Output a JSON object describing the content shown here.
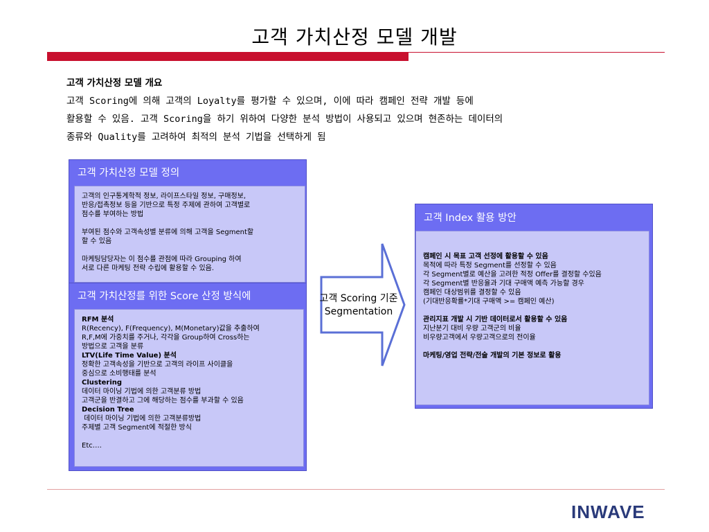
{
  "title": "고객 가치산정 모델 개발",
  "overview": {
    "heading": "고객 가치산정 모델 개요",
    "lines": [
      "고객 Scoring에 의해 고객의 Loyalty를 평가할 수 있으며, 이에 따라 캠페인 전략 개발 등에",
      "활용할 수 있음. 고객 Scoring을 하기 위하여 다양한 분석 방법이 사용되고 있으며 현존하는 데이터의",
      "종류와 Quality를 고려하여 최적의 분석 기법을 선택하게 됨"
    ]
  },
  "definition": {
    "title": "고객 가치산정 모델 정의",
    "p1": [
      "고객의 인구통계학적 정보, 라이프스타일 정보, 구매정보,",
      "반응/접촉정보 등을 기반으로 특정 주제에 관하여 고객별로",
      "점수를 부여하는 방법"
    ],
    "p2": [
      "부여된 점수와 고객속성별 분류에 의해 고객을 Segment할",
      "할 수 있음"
    ],
    "p3": [
      "마케팅담당자는 이 점수를 관점에 따라 Grouping 하여",
      "서로 다른 마케팅 전략 수립에 활용할 수 있음."
    ]
  },
  "score_methods": {
    "title": "고객 가치산정를 위한 Score 산정 방식에",
    "rfm_head": "RFM 분석",
    "rfm": [
      "R(Recency), F(Frequency), M(Monetary)값을 추출하여",
      "R,F,M에 가중치를 주거나, 각각을 Group하여 Cross하는",
      "방법으로 고객을 분류"
    ],
    "ltv_head": "LTV(Life Time Value) 분석",
    "ltv": [
      "정확한 고객속성을 기반으로 고객의 라이프 사이클을",
      "중심으로 소비행태를 분석"
    ],
    "clustering_head": "Clustering",
    "clustering": [
      "데이터 마이닝 기법에 의한 고객분류 방법",
      "고객군을 반결하고 그에 해당하는 점수를 부과할 수 있음"
    ],
    "tree_head": "Decision Tree",
    "tree": [
      " 데이터 마이닝 기법에 의한 고객분류방법",
      "주제별 고객 Segment에 적절한 방식"
    ],
    "etc": "Etc…."
  },
  "arrow": {
    "line1": "고객 Scoring 기준",
    "line2": "Segmentation"
  },
  "index_usage": {
    "title": "고객 Index 활용 방안",
    "h1": "캠페인 시 목표 고객 선정에 활용할 수 있음",
    "l1": [
      "목적에 따라 특정 Segment를 선정할 수 있음",
      "각 Segment별로 예산을 고려한 적정 Offer를 결정할 수있음",
      "각 Segment별 반응율과 기대 구매액 예측 가능할 경우",
      "캠페인 대상범위를 결정할 수 있음",
      "(기대반응확률*기대 구매액 >= 캠페인 예산)"
    ],
    "h2": "관리지표 개발 시 기반 데이터로서 활용할 수 있음",
    "l2": [
      "지난분기 대비 우량 고객군의 비율",
      "비우량고객에서 우량고객으로의 전이율"
    ],
    "h3": "마케팅/영업 전략/전술 개발의 기본 정보로 활용"
  },
  "logo": "INWAVE",
  "colors": {
    "accent_red": "#c8102e",
    "panel_blue": "#6d6df2",
    "panel_body": "#c8c8f8",
    "logo_navy": "#2a3a7a"
  }
}
